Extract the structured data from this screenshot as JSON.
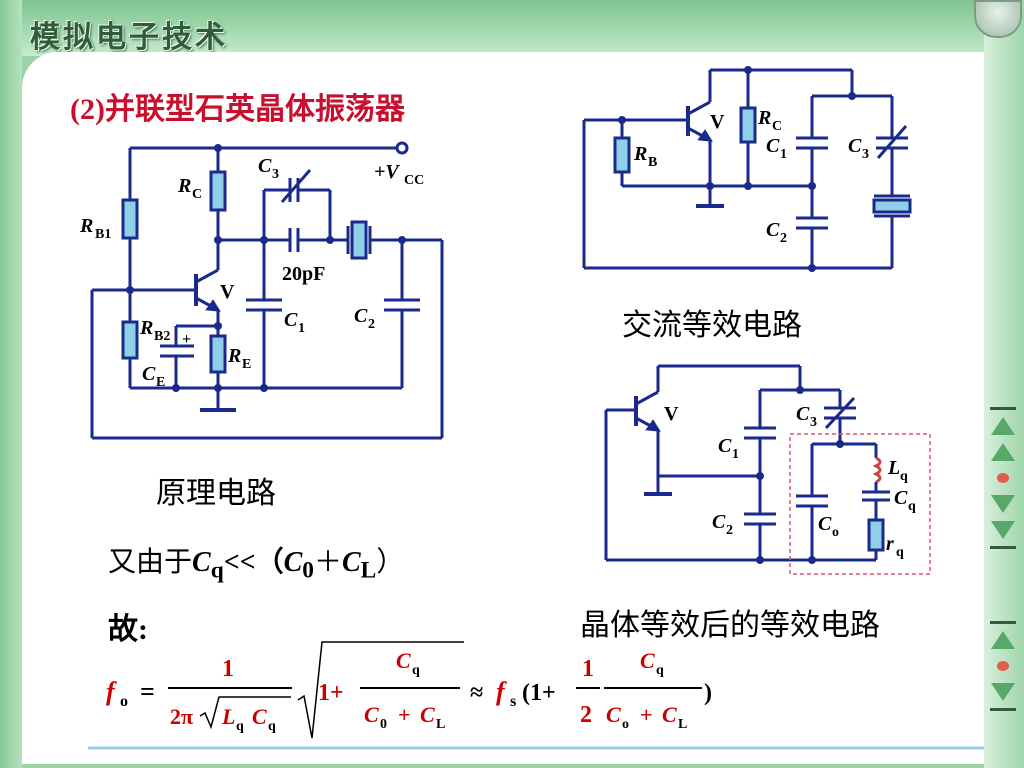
{
  "course_title": "模拟电子技术",
  "section_heading": "(2)并联型石英晶体振荡器",
  "principle_caption": "原理电路",
  "ac_caption": "交流等效电路",
  "crystal_caption": "晶体等效后的等效电路",
  "condition": {
    "prefix": "又由于",
    "cq": "C",
    "cq_sub": "q",
    "rel": "<<（",
    "c0": "C",
    "c0_sub": "0",
    "plus": "＋",
    "cl": "C",
    "cl_sub": "L",
    "close": "）"
  },
  "therefore": "故:",
  "principle_labels": {
    "rb1": "R",
    "rb1_sub": "B1",
    "rc": "R",
    "rc_sub": "C",
    "c3": "C",
    "c3_sub": "3",
    "vcc": "+V",
    "vcc_sub": "CC",
    "cap20": "20pF",
    "v": "V",
    "rb2": "R",
    "rb2_sub": "B2",
    "ce": "C",
    "ce_sub": "E",
    "re": "R",
    "re_sub": "E",
    "c1": "C",
    "c1_sub": "1",
    "c2": "C",
    "c2_sub": "2",
    "plus_sign": "+"
  },
  "ac_labels": {
    "v": "V",
    "rc": "R",
    "rc_sub": "C",
    "rb": "R",
    "rb_sub": "B",
    "c1": "C",
    "c1_sub": "1",
    "c2": "C",
    "c2_sub": "2",
    "c3": "C",
    "c3_sub": "3"
  },
  "crystal_labels": {
    "v": "V",
    "c3": "C",
    "c3_sub": "3",
    "c1": "C",
    "c1_sub": "1",
    "c2": "C",
    "c2_sub": "2",
    "lq": "L",
    "lq_sub": "q",
    "cq": "C",
    "cq_sub": "q",
    "co": "C",
    "co_sub": "o",
    "rq": "r",
    "rq_sub": "q"
  },
  "formula": {
    "f": "f",
    "f_sub": "o",
    "eq": "=",
    "one": "1",
    "two_pi": "2π",
    "lq": "L",
    "lq_sub": "q",
    "cq": "C",
    "cq_sub": "q",
    "one_plus": "1+",
    "cq2": "C",
    "cq2_sub": "q",
    "c0": "C",
    "c0_sub": "0",
    "plus": "+",
    "cl": "C",
    "cl_sub": "L",
    "approx": "≈",
    "fs": "f",
    "fs_sub": "s",
    "paren_open": "(1+",
    "half_num": "1",
    "half_den": "2",
    "cq3": "C",
    "cq3_sub": "q",
    "co": "C",
    "co_sub": "o",
    "plus2": "+",
    "cl2": "C",
    "cl2_sub": "L",
    "paren_close": ")"
  },
  "colors": {
    "wire": "#1a2a8c",
    "component": "#8fd0e8",
    "heading": "#c8102e",
    "formula": "#cc0000",
    "crystal_box": "#e0507a"
  }
}
